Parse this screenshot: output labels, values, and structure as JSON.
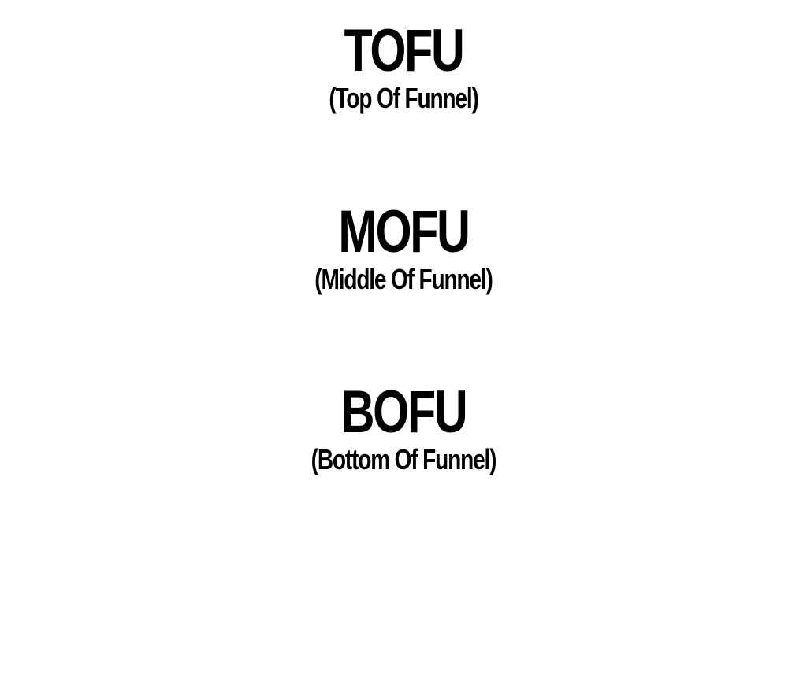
{
  "stages": [
    {
      "title": "TOFU",
      "subtitle": "(Top Of Funnel)"
    },
    {
      "title": "MOFU",
      "subtitle": "(Middle Of Funnel)"
    },
    {
      "title": "BOFU",
      "subtitle": "(Bottom Of Funnel)"
    }
  ],
  "colors": {
    "background": "#ffffff",
    "text": "#000000"
  }
}
